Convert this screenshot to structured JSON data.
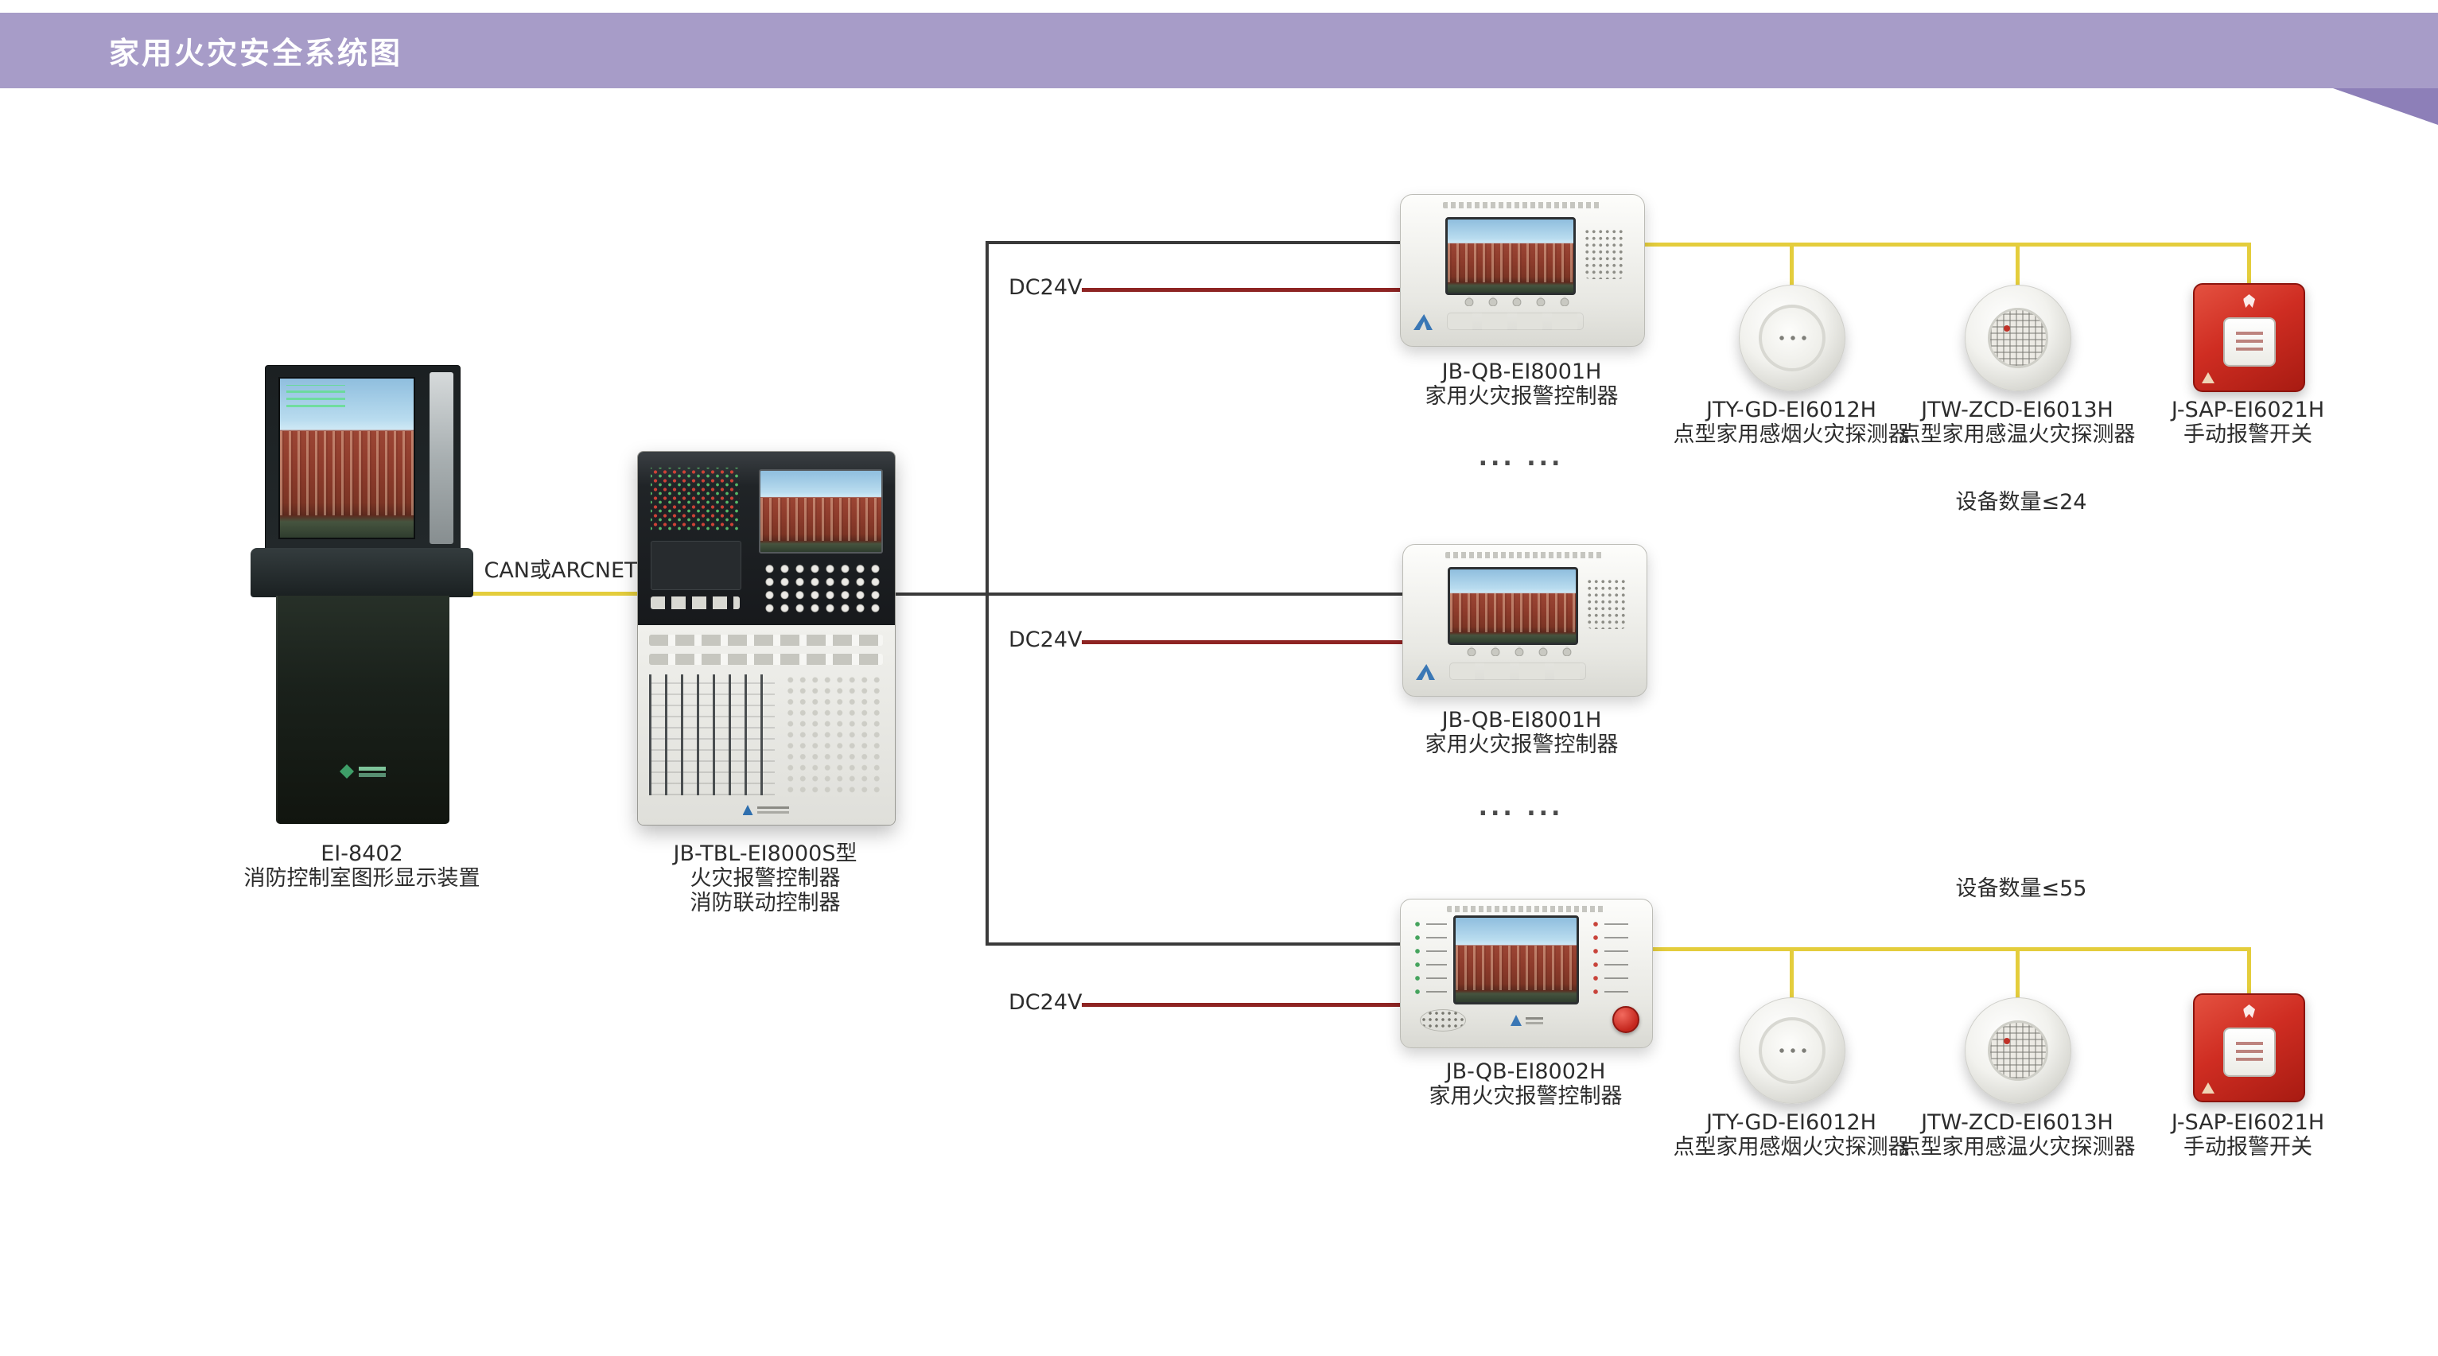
{
  "header": {
    "title": "家用火灾安全系统图"
  },
  "connections": {
    "can_label": "CAN或ARCNET",
    "dc24v_label": "DC24V",
    "ellipsis": "... ...",
    "device_qty_top": "设备数量≤24",
    "device_qty_bottom": "设备数量≤55"
  },
  "devices": {
    "graphic_display": {
      "model": "EI-8402",
      "name": "消防控制室图形显示装置"
    },
    "main_controller": {
      "model": "JB-TBL-EI8000S型",
      "name1": "火灾报警控制器",
      "name2": "消防联动控制器"
    },
    "home_controller_top": {
      "model": "JB-QB-EI8001H",
      "name": "家用火灾报警控制器"
    },
    "home_controller_mid": {
      "model": "JB-QB-EI8001H",
      "name": "家用火灾报警控制器"
    },
    "home_controller_bottom": {
      "model": "JB-QB-EI8002H",
      "name": "家用火灾报警控制器"
    },
    "smoke_detector_top": {
      "model": "JTY-GD-EI6012H",
      "name": "点型家用感烟火灾探测器"
    },
    "heat_detector_top": {
      "model": "JTW-ZCD-EI6013H",
      "name": "点型家用感温火灾探测器"
    },
    "manual_switch_top": {
      "model": "J-SAP-EI6021H",
      "name": "手动报警开关"
    },
    "smoke_detector_bottom": {
      "model": "JTY-GD-EI6012H",
      "name": "点型家用感烟火灾探测器"
    },
    "heat_detector_bottom": {
      "model": "JTW-ZCD-EI6013H",
      "name": "点型家用感温火灾探测器"
    },
    "manual_switch_bottom": {
      "model": "J-SAP-EI6021H",
      "name": "手动报警开关"
    }
  },
  "colors": {
    "header_purple": "#a79cc8",
    "corner_purple": "#8d7fb8",
    "wire_yellow": "#e4cd3c",
    "wire_red": "#8e2423",
    "wire_black": "#3a3a3a",
    "alarm_red": "#cf2d22"
  }
}
